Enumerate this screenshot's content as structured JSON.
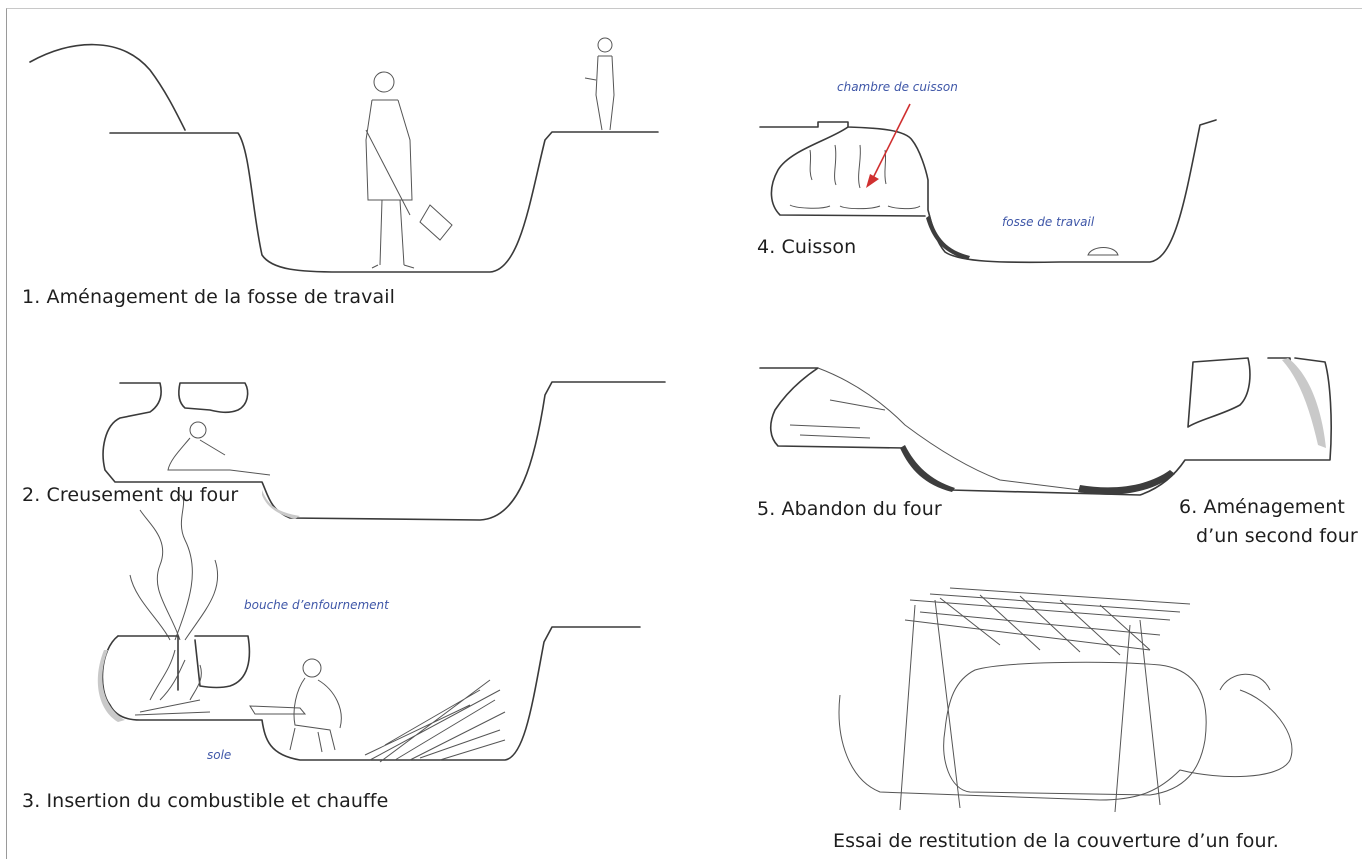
{
  "captions": {
    "step1": "1. Aménagement de la fosse de travail",
    "step2": "2. Creusement du four",
    "step3": "3. Insertion du combustible et chauffe",
    "step4": "4. Cuisson",
    "step5": "5. Abandon du four",
    "step6_line1": "6. Aménagement",
    "step6_line2": "d’un second four",
    "restitution": "Essai de restitution de la couverture d’un four."
  },
  "labels": {
    "chambre": "chambre de cuisson",
    "fosse": "fosse de travail",
    "bouche": "bouche d’enfournement",
    "sole": "sole"
  },
  "colors": {
    "caption_text": "#1e1e1e",
    "label_blue": "#3f57a8",
    "arrow_red": "#d03030"
  }
}
